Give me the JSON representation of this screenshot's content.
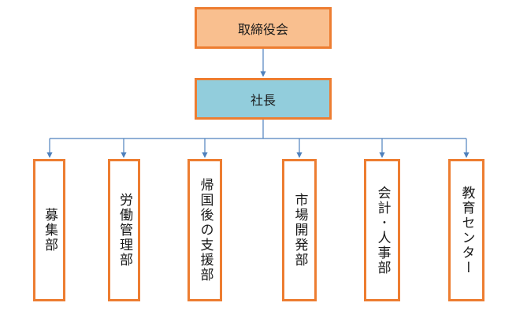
{
  "org_chart": {
    "board": {
      "label": "取締役会"
    },
    "president": {
      "label": "社長"
    },
    "departments": [
      {
        "id": "recruitment",
        "label": "募集部"
      },
      {
        "id": "labor-management",
        "label": "労働管理部"
      },
      {
        "id": "post-return-support",
        "label": "帰国後の支援部"
      },
      {
        "id": "market-development",
        "label": "市場開発部"
      },
      {
        "id": "accounting-hr",
        "label": "会計･人事部"
      },
      {
        "id": "education-center",
        "label": "教育センター"
      }
    ]
  },
  "colors": {
    "board_fill": "#f9bf8f",
    "president_fill": "#92cddc",
    "box_border": "#ed7d31",
    "connector": "#4f81bd"
  }
}
